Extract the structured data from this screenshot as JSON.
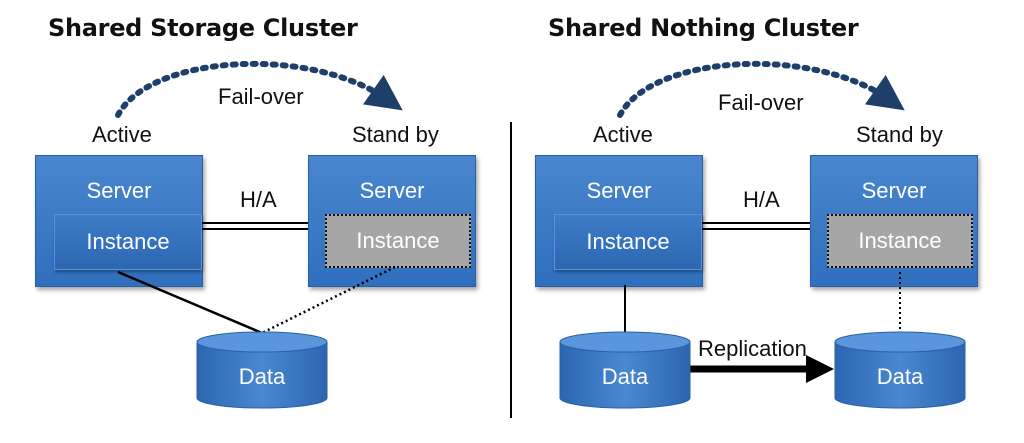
{
  "left": {
    "title": "Shared Storage Cluster",
    "failover_label": "Fail-over",
    "active_label": "Active",
    "standby_label": "Stand by",
    "ha_label": "H/A",
    "server_label": "Server",
    "instance_label": "Instance",
    "data_label": "Data"
  },
  "right": {
    "title": "Shared Nothing Cluster",
    "failover_label": "Fail-over",
    "active_label": "Active",
    "standby_label": "Stand by",
    "ha_label": "H/A",
    "server_label": "Server",
    "instance_label": "Instance",
    "data_label": "Data",
    "replication_label": "Replication"
  },
  "colors": {
    "server_blue": "#3b7ac6",
    "standby_instance_gray": "#a6a6a6",
    "arrow_navy": "#1f3f6b"
  }
}
